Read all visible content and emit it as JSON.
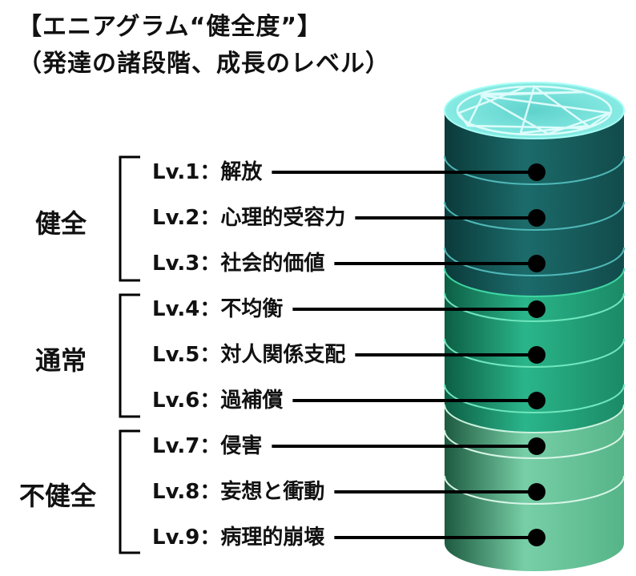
{
  "title": {
    "line1": "【エニアグラム“健全度”】",
    "line2": "（発達の諸段階、成長のレベル）"
  },
  "groups": [
    {
      "label": "健全",
      "color": "#175c5c"
    },
    {
      "label": "通常",
      "color": "#21a681"
    },
    {
      "label": "不健全",
      "color": "#66c39a"
    }
  ],
  "levels": [
    {
      "label": "Lv.1：解放",
      "group": 0
    },
    {
      "label": "Lv.2：心理的受容力",
      "group": 0
    },
    {
      "label": "Lv.3：社会的価値",
      "group": 0
    },
    {
      "label": "Lv.4：不均衡",
      "group": 1
    },
    {
      "label": "Lv.5：対人関係支配",
      "group": 1
    },
    {
      "label": "Lv.6：過補償",
      "group": 1
    },
    {
      "label": "Lv.7：侵害",
      "group": 2
    },
    {
      "label": "Lv.8：妄想と衝動",
      "group": 2
    },
    {
      "label": "Lv.9：病理的崩壊",
      "group": 2
    }
  ],
  "colors": {
    "top_face": "#7fe8e0",
    "enneagram_lines": "#e8ffff",
    "connector": "#000000"
  },
  "icons": [
    "enneagram-icon"
  ]
}
